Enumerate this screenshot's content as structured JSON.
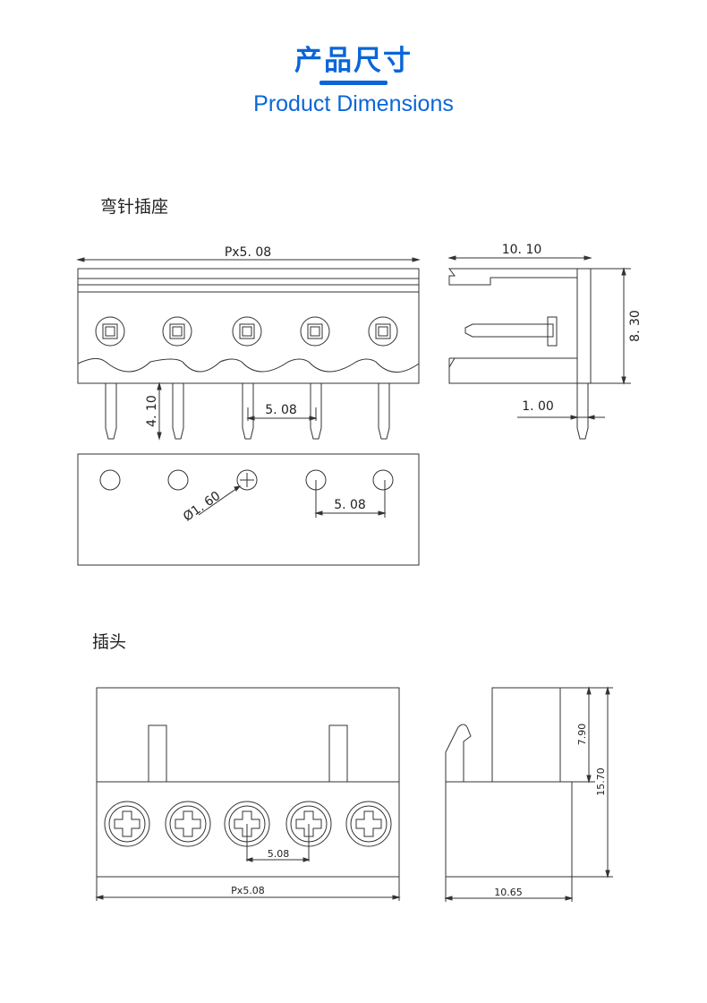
{
  "header": {
    "title_cn": "产品尺寸",
    "title_en": "Product Dimensions",
    "accent_color": "#0a66d8"
  },
  "sections": {
    "header_socket": "弯针插座",
    "plug": "插头"
  },
  "dimensions": {
    "header_pitch": "Px5. 08",
    "header_depth": "10. 10",
    "header_height": "8. 30",
    "header_pin_len": "4. 10",
    "header_pin_spacing": "5. 08",
    "header_pin_width": "1. 00",
    "hole_diameter": "Ø1. 60",
    "hole_spacing": "5. 08",
    "plug_pin_spacing": "5.08",
    "plug_pitch": "Px5.08",
    "plug_depth": "10.65",
    "plug_upper": "7.90",
    "plug_height": "15.70"
  }
}
